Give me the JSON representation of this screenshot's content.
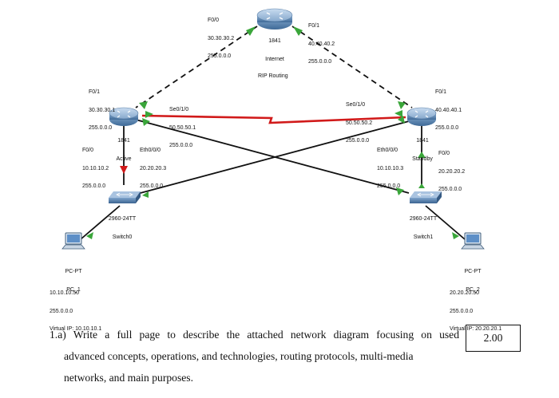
{
  "diagram": {
    "title": "RIP Routing",
    "devices": {
      "internet": {
        "model": "1841",
        "name": "Internet"
      },
      "active": {
        "model": "1841",
        "name": "Active"
      },
      "standby": {
        "model": "1841",
        "name": "Standby"
      },
      "switch0": {
        "model": "2960-24TT",
        "name": "Switch0"
      },
      "switch1": {
        "model": "2960-24TT",
        "name": "Switch1"
      },
      "pc1": {
        "model": "PC-PT",
        "name": "PC_1"
      },
      "pc2": {
        "model": "PC-PT",
        "name": "PC_2"
      }
    },
    "interfaces": {
      "internet_f00": {
        "port": "F0/0",
        "ip": "30.30.30.2",
        "mask": "255.0.0.0"
      },
      "internet_f01": {
        "port": "F0/1",
        "ip": "40.40.40.2",
        "mask": "255.0.0.0"
      },
      "active_f01": {
        "port": "F0/1",
        "ip": "30.30.30.1",
        "mask": "255.0.0.0"
      },
      "active_se010": {
        "port": "Se0/1/0",
        "ip": "50.50.50.1",
        "mask": "255.0.0.0"
      },
      "active_f00": {
        "port": "F0/0",
        "ip": "10.10.10.2",
        "mask": "255.0.0.0"
      },
      "active_eth000": {
        "port": "Eth0/0/0",
        "ip": "20.20.20.3",
        "mask": "255.0.0.0"
      },
      "standby_se010": {
        "port": "Se0/1/0",
        "ip": "50.50.50.2",
        "mask": "255.0.0.0"
      },
      "standby_f01": {
        "port": "F0/1",
        "ip": "40.40.40.1",
        "mask": "255.0.0.0"
      },
      "standby_eth000": {
        "port": "Eth0/0/0",
        "ip": "10.10.10.3",
        "mask": "255.0.0.0"
      },
      "standby_f00": {
        "port": "F0/0",
        "ip": "20.20.20.2",
        "mask": "255.0.0.0"
      }
    },
    "pcs": {
      "pc1": {
        "ip": "10.10.10.50",
        "mask": "255.0.0.0",
        "virtual_ip": "Virtual IP: 10.10.10.1"
      },
      "pc2": {
        "ip": "20.20.20.50",
        "mask": "255.0.0.0",
        "virtual_ip": "Virtual IP: 20.20.20.1"
      }
    }
  },
  "question": {
    "line1": "1.a) Write a full page to describe the attached network diagram focusing on used",
    "line2": "advanced concepts, operations, and technologies, routing protocols, multi-media",
    "line3": "networks, and main purposes."
  },
  "score": "2.00"
}
